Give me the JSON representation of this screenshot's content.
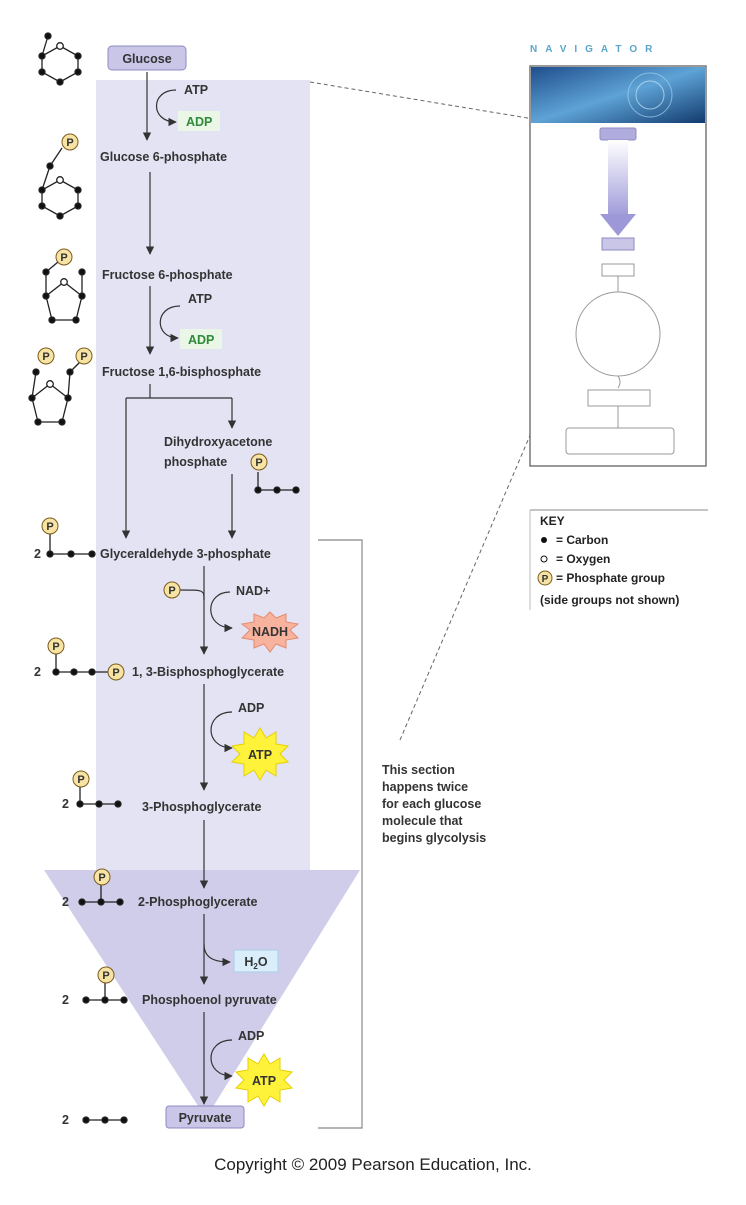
{
  "diagram": {
    "steps": {
      "glucose": "Glucose",
      "g6p": "Glucose 6-phosphate",
      "f6p": "Fructose 6-phosphate",
      "f16bp": "Fructose 1,6-bisphosphate",
      "dhap_line1": "Dihydroxyacetone",
      "dhap_line2": "phosphate",
      "g3p": "Glyceraldehyde 3-phosphate",
      "bpg": "1, 3-Bisphosphoglycerate",
      "pg3": "3-Phosphoglycerate",
      "pg2": "2-Phosphoglycerate",
      "pep": "Phosphoenol pyruvate",
      "pyruvate": "Pyruvate"
    },
    "cofactors": {
      "atp": "ATP",
      "adp": "ADP",
      "nad": "NAD+",
      "nadh": "NADH",
      "h2o_h": "H",
      "h2o_sub": "2",
      "h2o_o": "O",
      "p": "P"
    },
    "count_two": "2",
    "bracket_note": [
      "This section",
      "happens twice",
      "for each glucose",
      "molecule that",
      "begins glycolysis"
    ]
  },
  "navigator": {
    "title": "NAVIGATOR"
  },
  "key": {
    "title": "KEY",
    "carbon": "= Carbon",
    "oxygen": "= Oxygen",
    "phosphate": "= Phosphate group",
    "note": "(side groups not shown)"
  },
  "copyright": "Copyright © 2009 Pearson Education, Inc.",
  "colors": {
    "flow": "#e4e3f4",
    "arrowhead": "#cfcde9",
    "label_box": "#c9c6e8",
    "phosphate": "#f7e4a4",
    "atp_burst": "#fff23a",
    "nadh_burst": "#f7b39d",
    "adp_text": "#2e8b3a",
    "h2o_box": "#d9eefa"
  }
}
